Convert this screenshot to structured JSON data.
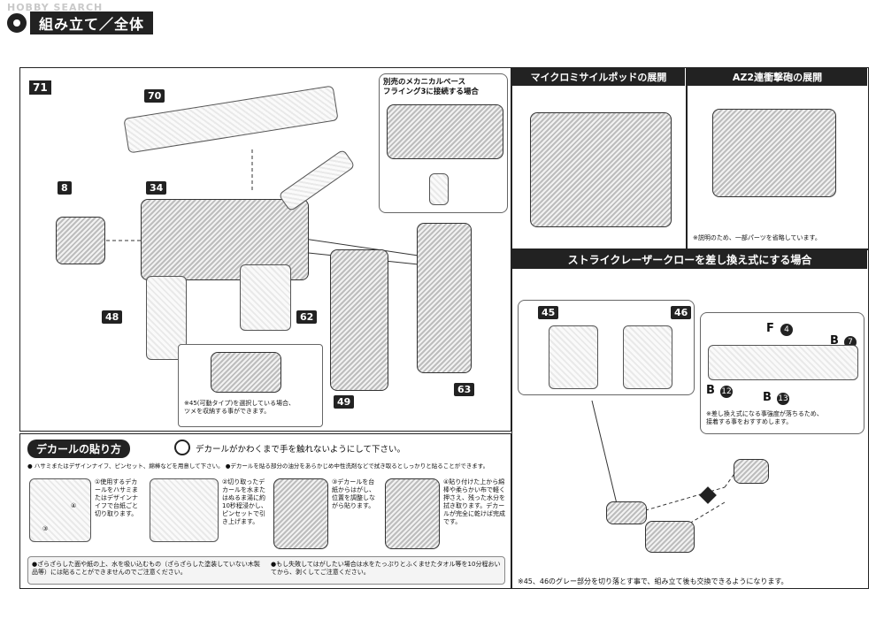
{
  "watermark": "HOBBY SEARCH",
  "header": {
    "title": "組み立て／全体"
  },
  "main": {
    "step_number": "71",
    "parts": {
      "p70": "70",
      "p8": "8",
      "p34": "34",
      "p48": "48",
      "p62": "62",
      "p49": "49",
      "p63": "63"
    },
    "inset_base": {
      "title": "別売のメカニカルベース\nフライング3に接続する場合"
    },
    "inset_claw": {
      "note": "※45(可動タイプ)を選択している場合、\nツメを収納する事ができます。"
    }
  },
  "micro_missile": {
    "title": "マイクロミサイルポッドの展開"
  },
  "az2": {
    "title": "AZ2連衝撃砲の展開",
    "note": "※説明のため、一部パーツを省略しています。"
  },
  "strike": {
    "title": "ストライクレーザークローを差し換え式にする場合",
    "part45": "45",
    "part46": "46",
    "labels": {
      "f": "F",
      "f_num": "4",
      "b1": "B",
      "b1_num": "7",
      "b2": "B",
      "b2_num": "12",
      "b3": "B",
      "b3_num": "13"
    },
    "note": "※差し換え式になる事強度が落ちるため、\n接着する事をおすすめします。",
    "bottom_note": "※45、46のグレー部分を切り落とす事で、組み立て後も交換できるようになります。"
  },
  "decal": {
    "title": "デカールの貼り方",
    "warning": "デカールがかわくまで手を触れないようにして下さい。",
    "instructions": "● ハサミまたはデザインナイフ、ピンセット、綿棒などを用意して下さい。 ●デカールを貼る部分の油分をあらかじめ中性洗剤などで拭き取るとしっかりと貼ることができます。",
    "step1": "①使用するデカールをハサミまたはデザインナイフで台紙ごと切り取ります。",
    "step2": "②切り取ったデカールを水またはぬるま湯に約10秒程浸かし、ピンセットで引き上げます。",
    "step3": "③デカールを台紙からはがし、位置を調整しながら貼ります。",
    "step4": "④貼り付けた上から綿棒や柔らかい布で軽く押さえ、残った水分を拭き取ります。デカールが完全に乾けば完成です。",
    "step1_circles": [
      "③",
      "④"
    ],
    "foot1": "●ざらざらした面や紙の上、水を吸い込むもの（ざらざらした塗装していない木製品等）には貼ることができませんのでご注意ください。",
    "foot2": "●もし失敗してはがしたい場合は水をたっぷりとふくませたタオル等を10分程おいてから、剥くしてご注意ください。"
  }
}
